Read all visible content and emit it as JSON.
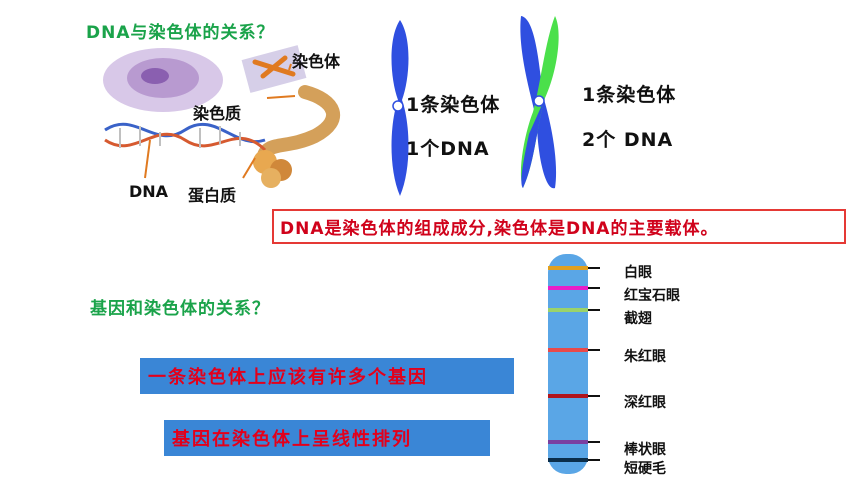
{
  "top": {
    "title": "DNA与染色体的关系？",
    "labels": {
      "chromosome": "染色体",
      "chromatin": "染色质",
      "dna": "DNA",
      "protein": "蛋白质"
    }
  },
  "chromosomes": {
    "single": {
      "label1": "1条染色体",
      "label2": "1个DNA"
    },
    "double": {
      "label1": "1条染色体",
      "label2": "2个 DNA"
    }
  },
  "statement": "DNA是染色体的组成成分,染色体是DNA的主要载体。",
  "bottom": {
    "title": "基因和染色体的关系？",
    "box1": "一条染色体上应该有许多个基因",
    "box2": "基因在染色体上呈线性排列"
  },
  "genes": [
    {
      "name": "白眼",
      "color": "#e0a020"
    },
    {
      "name": "红宝石眼",
      "color": "#e81ec8"
    },
    {
      "name": "截翅",
      "color": "#9ad36a"
    },
    {
      "name": "朱红眼",
      "color": "#e84a4a"
    },
    {
      "name": "深红眼",
      "color": "#b0141c"
    },
    {
      "name": "棒状眼",
      "color": "#7a3fa0"
    },
    {
      "name": "短硬毛",
      "color": "#0b2e4a"
    }
  ],
  "colors": {
    "title_green": "#1aa34a",
    "chromosome_blue": "#2f4fe0",
    "chromatid_green": "#4be04b",
    "bar_blue": "#5aa6e6"
  }
}
